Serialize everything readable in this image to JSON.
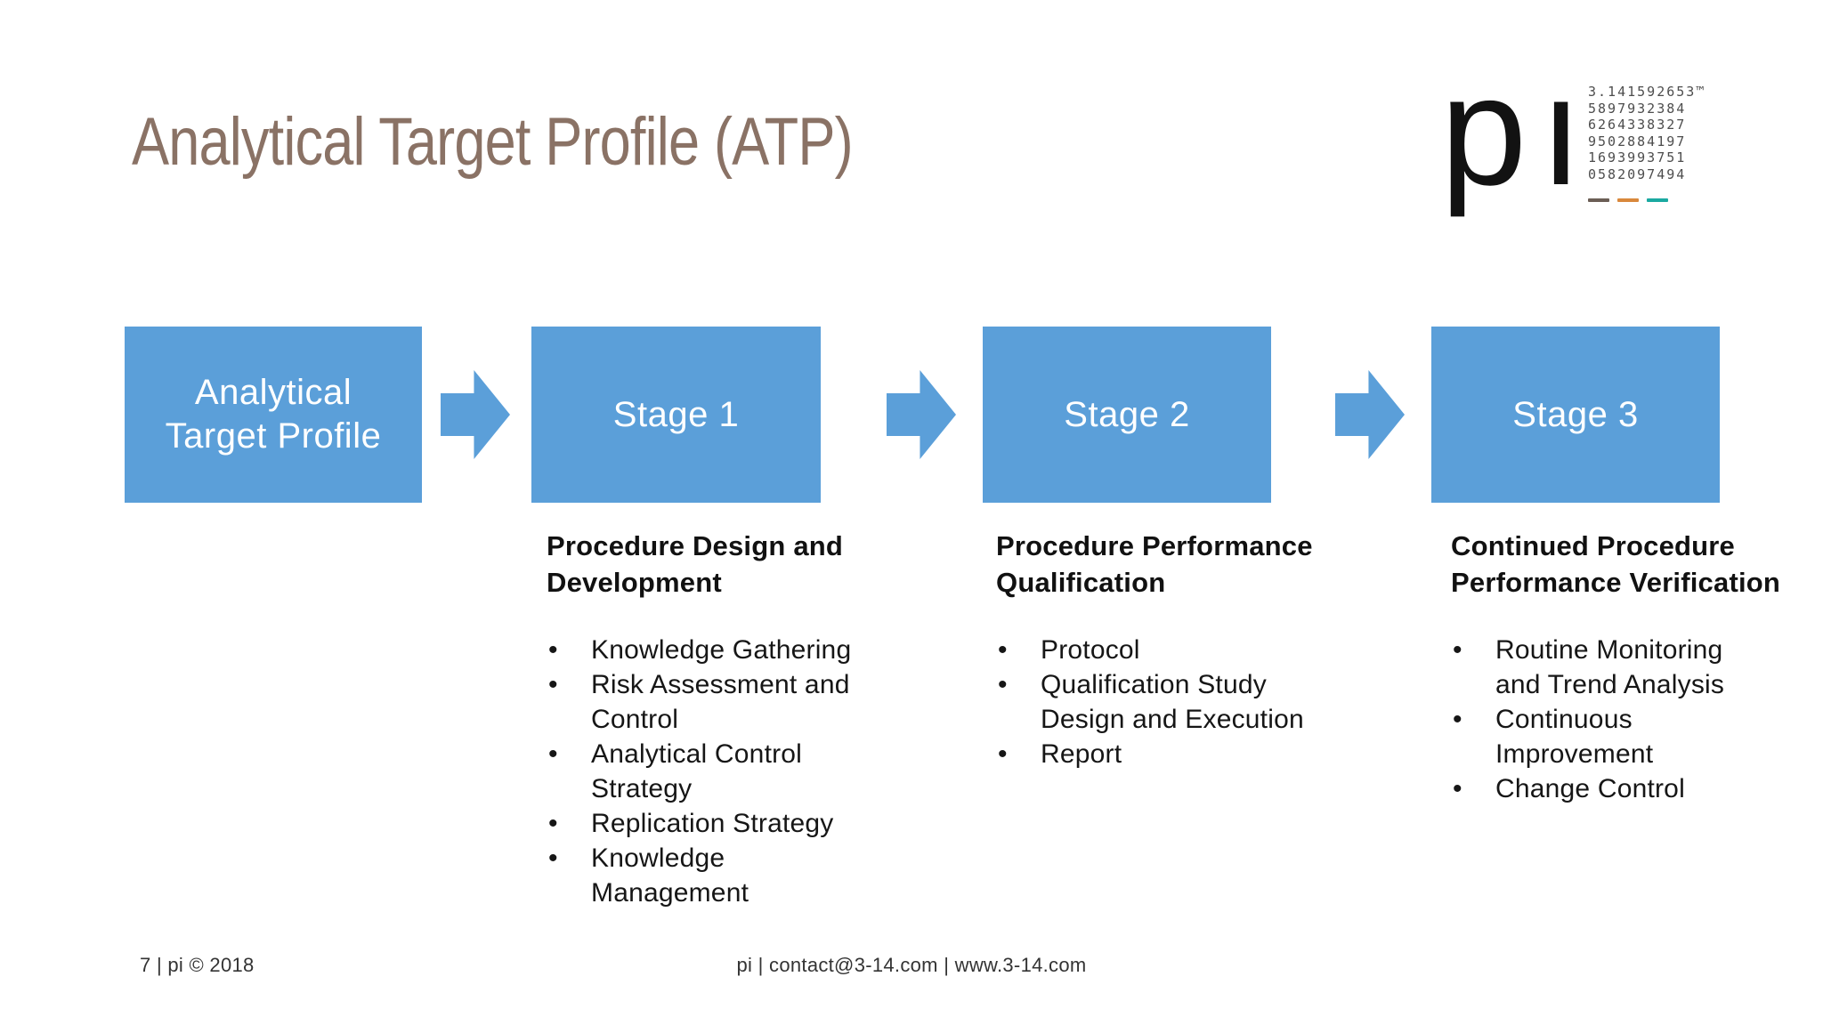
{
  "slide": {
    "title": "Analytical Target Profile (ATP)",
    "footer_left": "7 | pi © 2018",
    "footer_center": "pi | contact@3-14.com | www.3-14.com"
  },
  "logo": {
    "wordmark": "pı",
    "digits": [
      "3.141592653™",
      "5897932384",
      "6264338327",
      "9502884197",
      "1693993751",
      "0582097494"
    ],
    "digit_color": "#4d4d4d",
    "dash_colors": [
      "#6B5E55",
      "#D9883C",
      "#1BA9A1"
    ]
  },
  "flow": {
    "accent": "#5B9FD9",
    "boxes": [
      {
        "label": "Analytical\nTarget Profile"
      },
      {
        "label": "Stage 1"
      },
      {
        "label": "Stage 2"
      },
      {
        "label": "Stage 3"
      }
    ]
  },
  "columns": [
    {
      "heading": "Procedure Design and\nDevelopment",
      "bullets": [
        "Knowledge Gathering",
        "Risk Assessment and\nControl",
        "Analytical Control\nStrategy",
        "Replication Strategy",
        "Knowledge\nManagement"
      ]
    },
    {
      "heading": "Procedure Performance\nQualification",
      "bullets": [
        "Protocol",
        "Qualification Study\nDesign and Execution",
        "Report"
      ]
    },
    {
      "heading": "Continued Procedure\nPerformance Verification",
      "bullets": [
        "Routine Monitoring\nand Trend Analysis",
        "Continuous\nImprovement",
        "Change Control"
      ]
    }
  ]
}
